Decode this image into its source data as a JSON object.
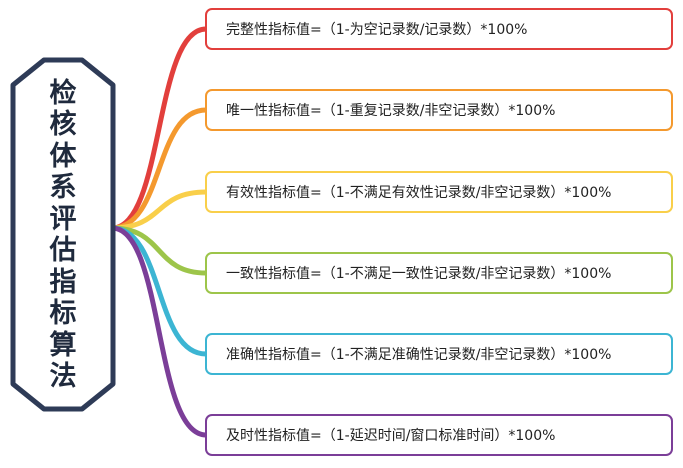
{
  "root": {
    "label": "检核体系评估指标算法",
    "border_color": "#2e3b57"
  },
  "branches": [
    {
      "text": "完整性指标值=（1-为空记录数/记录数）*100%",
      "color": "#e23f3c"
    },
    {
      "text": "唯一性指标值=（1-重复记录数/非空记录数）*100%",
      "color": "#f4992e"
    },
    {
      "text": "有效性指标值=（1-不满足有效性记录数/非空记录数）*100%",
      "color": "#f9cf4a"
    },
    {
      "text": "一致性指标值=（1-不满足一致性记录数/非空记录数）*100%",
      "color": "#9dc54a"
    },
    {
      "text": "准确性指标值=（1-不满足准确性记录数/非空记录数）*100%",
      "color": "#3cb5d3"
    },
    {
      "text": "及时性指标值=（1-延迟时间/窗口标准时间）*100%",
      "color": "#7b3e98"
    }
  ]
}
